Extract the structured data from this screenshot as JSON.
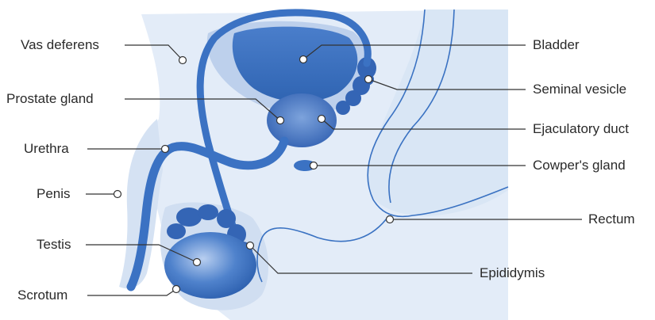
{
  "diagram": {
    "labels_left": {
      "vas_deferens": "Vas deferens",
      "prostate_gland": "Prostate gland",
      "urethra": "Urethra",
      "penis": "Penis",
      "testis": "Testis",
      "scrotum": "Scrotum"
    },
    "labels_right": {
      "bladder": "Bladder",
      "seminal_vesicle": "Seminal vesicle",
      "ejaculatory_duct": "Ejaculatory duct",
      "cowpers_gland": "Cowper's gland",
      "rectum": "Rectum",
      "epididymis": "Epididymis"
    },
    "colors": {
      "skin_light": "#e6eef8",
      "skin_mid": "#cfdcef",
      "organ_blue": "#3d74c4",
      "organ_dark": "#2c5fae",
      "organ_light": "#8fb0de",
      "outline": "#3a72c2",
      "leader": "#333333"
    }
  }
}
